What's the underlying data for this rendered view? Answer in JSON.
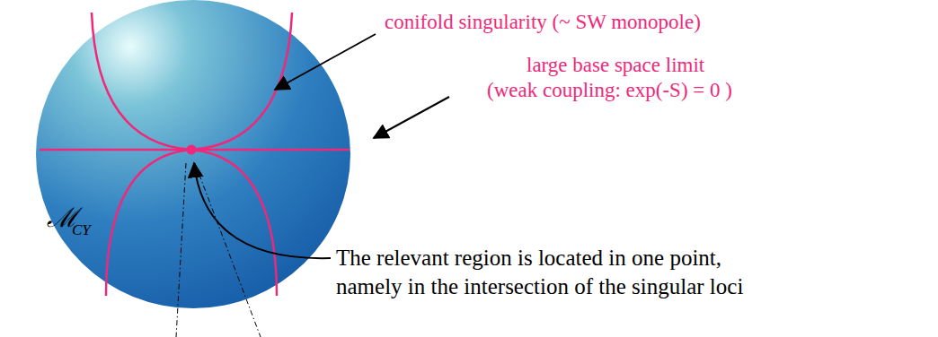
{
  "diagram": {
    "labels": [
      "conifold singularity (~ SW monopole)",
      "large base space limit",
      "(weak coupling: exp(-S) = 0 )",
      "The relevant region is located in one point,",
      "namely in the intersection of the singular loci",
      "ℳ",
      "CY"
    ]
  }
}
